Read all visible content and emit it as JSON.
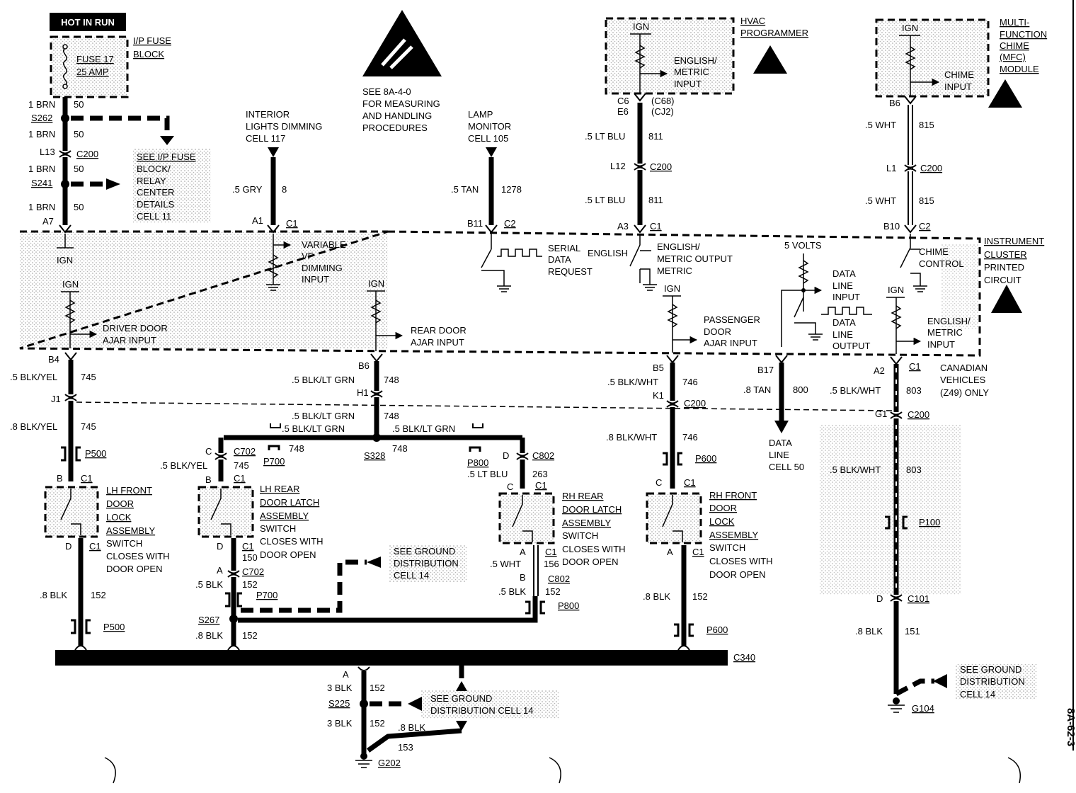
{
  "header": {
    "hot_in_run": "HOT IN RUN"
  },
  "fuse_block": {
    "title1": "I/P FUSE",
    "title2": "BLOCK",
    "fuse1": "FUSE 17",
    "fuse2": "25 AMP"
  },
  "esd_note": {
    "l1": "SEE 8A-4-0",
    "l2": "FOR MEASURING",
    "l3": "AND  HANDLING",
    "l4": "PROCEDURES"
  },
  "page_number": "8A-62-3",
  "feed": {
    "w1": "1 BRN",
    "c1": "50",
    "s262": "S262",
    "w2": "1 BRN",
    "c2": "50",
    "l13": "L13",
    "c200": "C200",
    "w3": "1 BRN",
    "c3": "50",
    "s241": "S241",
    "w4": "1 BRN",
    "c4": "50",
    "a7": "A7",
    "ign": "IGN"
  },
  "see_ip": {
    "l1": "SEE I/P FUSE",
    "l2": "BLOCK/",
    "l3": "RELAY",
    "l4": "CENTER",
    "l5": "DETAILS",
    "l6": "CELL 11"
  },
  "interior": {
    "l1": "INTERIOR",
    "l2": "LIGHTS DIMMING",
    "l3": "CELL 117",
    "wire": ".5 GRY",
    "circuit": "8",
    "pin": "A1",
    "conn": "C1"
  },
  "lamp": {
    "l1": "LAMP",
    "l2": "MONITOR",
    "l3": "CELL 105",
    "wire": ".5 TAN",
    "circuit": "1278",
    "pin": "B11",
    "conn": "C2"
  },
  "hvac": {
    "title1": "HVAC",
    "title2": "PROGRAMMER",
    "ign": "IGN",
    "in1": "ENGLISH/",
    "in2": "METRIC",
    "in3": "INPUT",
    "pin1": "C6",
    "pin2": "E6",
    "conn1": "(C68)",
    "conn2": "(CJ2)",
    "w1": ".5 LT BLU",
    "c1": "811",
    "l12": "L12",
    "c200": "C200",
    "w2": ".5 LT BLU",
    "c2": "811",
    "a3": "A3",
    "cc1": "C1"
  },
  "mfc": {
    "title1": "MULTI-",
    "title2": "FUNCTION",
    "title3": "CHIME",
    "title4": "(MFC)",
    "title5": "MODULE",
    "ign": "IGN",
    "in1": "CHIME",
    "in2": "INPUT",
    "b6": "B6",
    "w1": ".5 WHT",
    "c1": "815",
    "l1": "L1",
    "c200": "C200",
    "w2": ".5 WHT",
    "c2": "815",
    "b10": "B10",
    "c2conn": "C2"
  },
  "ipc": {
    "title1": "INSTRUMENT",
    "title2": "CLUSTER",
    "title3": "PRINTED",
    "title4": "CIRCUIT",
    "vf1": "VARIABLE",
    "vf2": "VF",
    "vf3": "DIMMING",
    "vf4": "INPUT",
    "sd1": "SERIAL",
    "sd2": "DATA",
    "sd3": "REQUEST",
    "english": "ENGLISH",
    "em1": "ENGLISH/",
    "em2": "METRIC OUTPUT",
    "metric": "METRIC",
    "five_volts": "5 VOLTS",
    "dli1": "DATA",
    "dli2": "LINE",
    "dli3": "INPUT",
    "dlo1": "DATA",
    "dlo2": "LINE",
    "dlo3": "OUTPUT",
    "cc1": "CHIME",
    "cc2": "CONTROL",
    "dd1": "DRIVER DOOR",
    "dd2": "AJAR INPUT",
    "rd1": "REAR DOOR",
    "rd2": "AJAR INPUT",
    "pd1": "PASSENGER",
    "pd2": "DOOR",
    "pd3": "AJAR INPUT",
    "emi1": "ENGLISH/",
    "emi2": "METRIC",
    "emi3": "INPUT",
    "ign": "IGN"
  },
  "canadian": {
    "l1": "CANADIAN",
    "l2": "VEHICLES",
    "l3": "(Z49)  ONLY"
  },
  "col1": {
    "b4": "B4",
    "w1": ".5 BLK/YEL",
    "c1": "745",
    "j1": "J1",
    "w2": ".8 BLK/YEL",
    "c2": "745",
    "p500": "P500",
    "pinB": "B",
    "conn": "C1",
    "t1": "LH FRONT",
    "t2": "DOOR",
    "t3": "LOCK",
    "t4": "ASSEMBLY",
    "s1": "SWITCH",
    "s2": "CLOSES WITH",
    "s3": "DOOR OPEN",
    "pinD": "D",
    "conn2": "C1",
    "w3": ".8 BLK",
    "c3": "152",
    "p500b": "P500"
  },
  "col2": {
    "b6": "B6",
    "w1": ".5 BLK/LT GRN",
    "c1": "748",
    "h1": "H1",
    "w2": ".5 BLK/LT GRN",
    "c2": "748",
    "w3": ".5 BLK/LT GRN",
    "w4": ".5 BLK/LT GRN",
    "s328": "S328",
    "c748a": "748",
    "c748b": "748",
    "p700": "P700",
    "p800": "P800",
    "pinC": "C",
    "c702": "C702",
    "w5": ".5 BLK/YEL",
    "c5": "745",
    "pinB": "B",
    "conn": "C1",
    "t1": "LH REAR",
    "t2": "DOOR LATCH",
    "t3": "ASSEMBLY",
    "s1": "SWITCH",
    "s2": "CLOSES WITH",
    "s3": "DOOR OPEN",
    "pinD": "D",
    "conn2": "C1",
    "c150": "150",
    "pinA": "A",
    "c702b": "C702",
    "w6": ".5 BLK",
    "c6": "152",
    "p700b": "P700",
    "s267": "S267",
    "w7": ".8 BLK",
    "c7": "152"
  },
  "col3": {
    "pinD": "D",
    "c802": "C802",
    "w1": ".5 LT BLU",
    "c1": "263",
    "pinC": "C",
    "conn": "C1",
    "t1": "RH REAR",
    "t2": "DOOR LATCH",
    "t3": "ASSEMBLY",
    "s1": "SWITCH",
    "s2": "CLOSES WITH",
    "s3": "DOOR OPEN",
    "pinA": "A",
    "conn2": "C1",
    "w2": ".5 WHT",
    "c2": "156",
    "pinB": "B",
    "c802b": "C802",
    "w3": ".5 BLK",
    "c3": "152",
    "p800": "P800"
  },
  "col4": {
    "b5": "B5",
    "w1": ".5 BLK/WHT",
    "c1": "746",
    "k1": "K1",
    "c200": "C200",
    "w2": ".8 BLK/WHT",
    "c2": "746",
    "p600": "P600",
    "pinC": "C",
    "conn": "C1",
    "t1": "RH FRONT",
    "t2": "DOOR",
    "t3": "LOCK",
    "t4": "ASSEMBLY",
    "s1": "SWITCH",
    "s2": "CLOSES WITH",
    "s3": "DOOR OPEN",
    "pinA": "A",
    "conn2": "C1",
    "w3": ".8 BLK",
    "c3": "152",
    "p600b": "P600"
  },
  "col5": {
    "b17": "B17",
    "w1": ".8 TAN",
    "c1": "800",
    "d1": "DATA",
    "d2": "LINE",
    "d3": "CELL 50"
  },
  "col6": {
    "a2": "A2",
    "conn": "C1",
    "w1": ".5 BLK/WHT",
    "c1": "803",
    "g1": "G1",
    "c200": "C200",
    "w2": ".5 BLK/WHT",
    "c2": "803",
    "p100": "P100",
    "pinD": "D",
    "c101": "C101",
    "w3": ".8 BLK",
    "c3": "151",
    "g104": "G104",
    "see1": "SEE GROUND",
    "see2": "DISTRIBUTION",
    "see3": "CELL 14"
  },
  "bus": {
    "c340": "C340"
  },
  "ground": {
    "pinA": "A",
    "w1": "3 BLK",
    "c1": "152",
    "s225": "S225",
    "w2": "3 BLK",
    "c2": "152",
    "w3": ".8 BLK",
    "c3": "153",
    "g202": "G202",
    "see1": "SEE GROUND",
    "see2": "DISTRIBUTION CELL 14",
    "gd1": "SEE GROUND",
    "gd2": "DISTRIBUTION",
    "gd3": "CELL 14"
  }
}
